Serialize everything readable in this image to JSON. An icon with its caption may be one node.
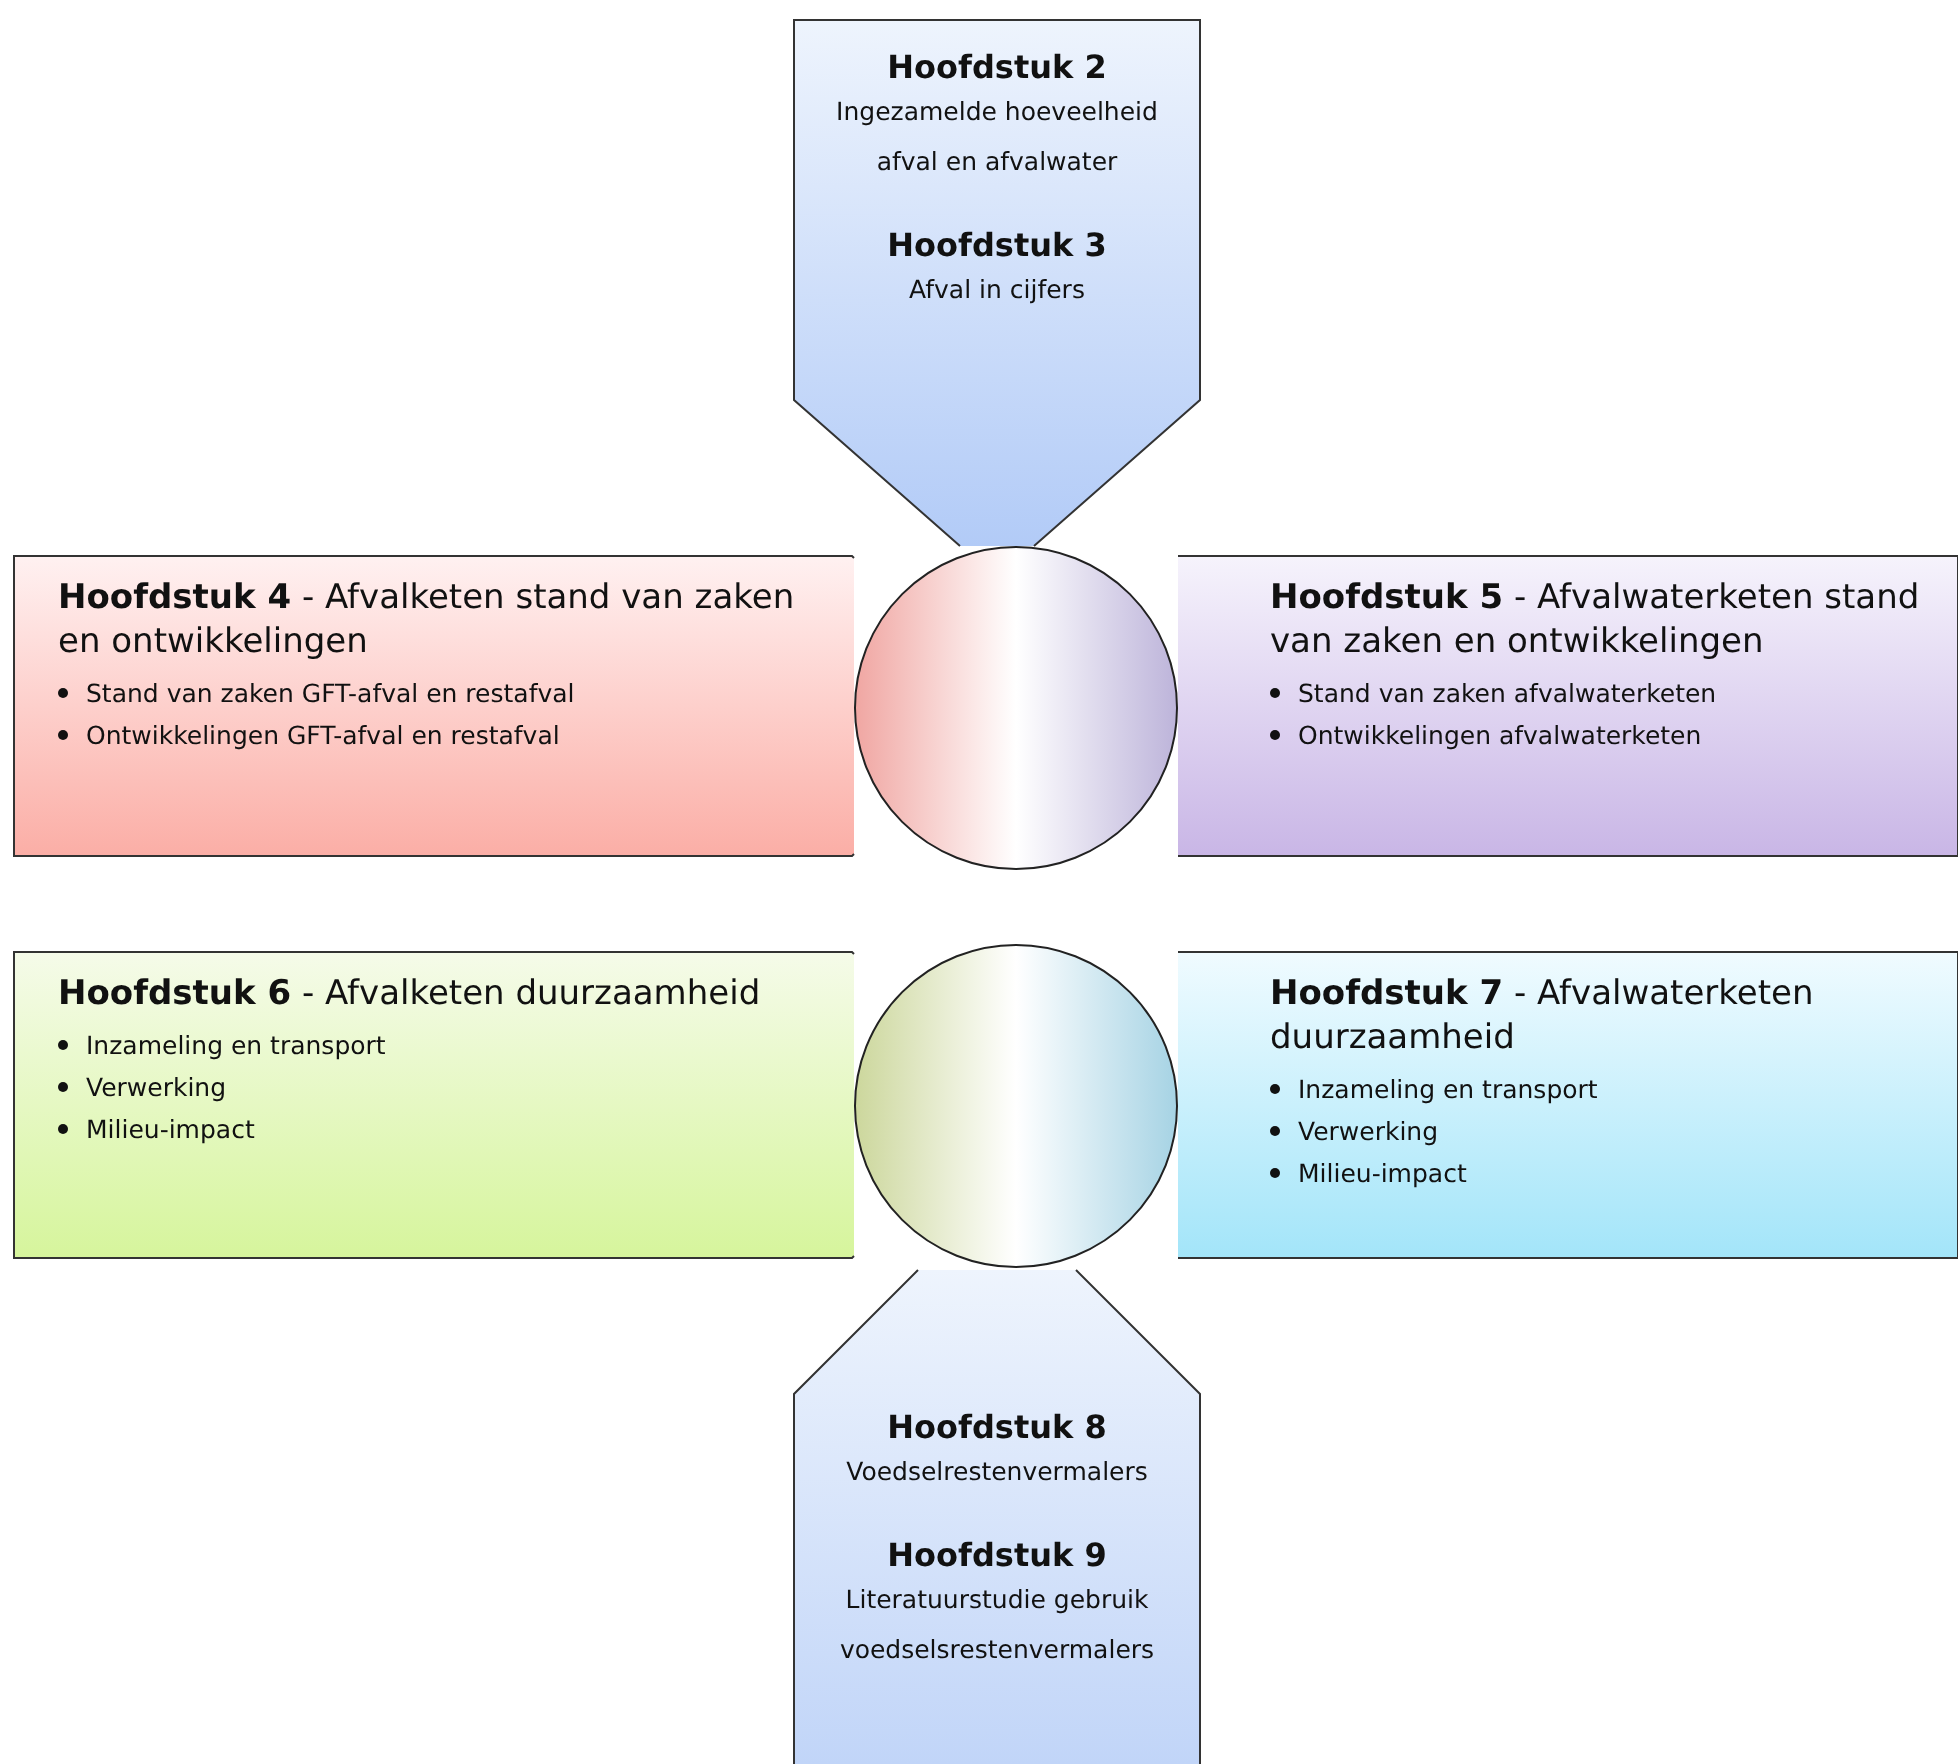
{
  "diagram": {
    "nodes": [
      {
        "text": [
          "Hoofdstuk 2",
          "Ingezamelde hoeveelheid afval en afvalwater",
          "Hoofdstuk 3",
          "Afval in cijfers"
        ]
      },
      {
        "text": [
          "**Hoofdstuk 4** - Afvalketen stand van zaken en ontwikkelingen",
          "Stand van zaken GFT-afval en restafval",
          "Ontwikkelingen GFT-afval en restafval"
        ]
      },
      {
        "text": [],
        "shape": "circle"
      },
      {
        "text": [
          "**Hoofdstuk 5** - Afvalwaterketen stand van zaken en ontwikkelingen",
          "Stand van zaken afvalwaterketen",
          "Ontwikkelingen afvalwaterketen"
        ]
      },
      {
        "text": [
          "**Hoofdstuk 6** - Afvalketen duurzaamheid",
          "Inzameling en transport",
          "Verwerking",
          "Milieu-impact"
        ]
      },
      {
        "text": [],
        "shape": "circle"
      },
      {
        "text": [
          "**Hoofdstuk 7** - Afvalwaterketen duurzaamheid",
          "Inzameling en transport",
          "Verwerking",
          "Milieu-impact"
        ]
      },
      {
        "text": [
          "Hoofdstuk 8",
          "Voedselrestenvermalers",
          "Hoofdstuk 9",
          "Literatuurstudie gebruik voedselsrestenvermalers"
        ]
      }
    ],
    "edges": []
  }
}
